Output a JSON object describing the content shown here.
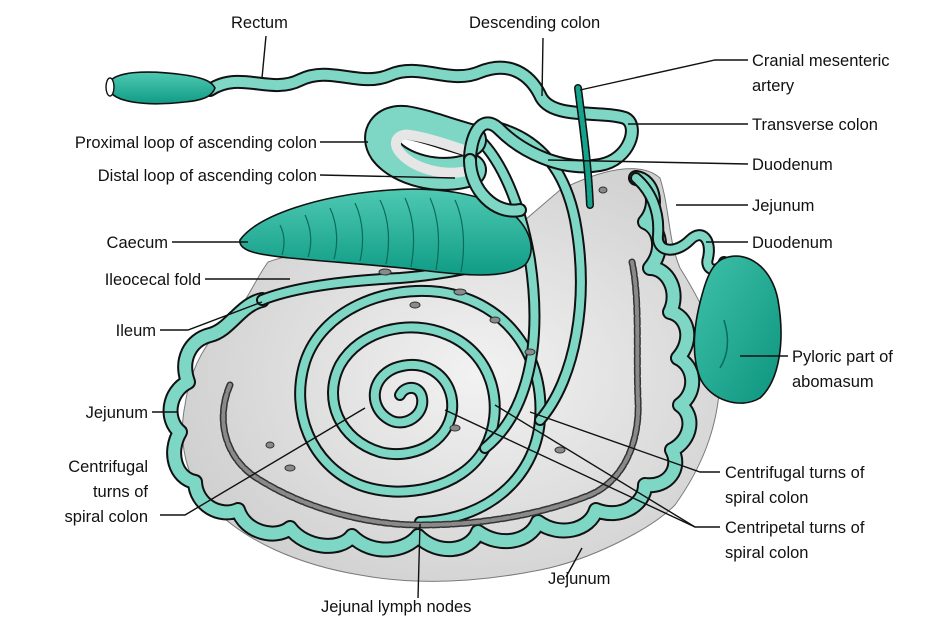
{
  "colors": {
    "intestine": "#7ed6c5",
    "intestine_dark": "#14a48e",
    "outline": "#111111",
    "mesentery": "#e2e2e2",
    "lymph_node": "#8a8a8a"
  },
  "labels": {
    "rectum": "Rectum",
    "descending_colon": "Descending colon",
    "cranial_mesenteric_artery_1": "Cranial mesenteric",
    "cranial_mesenteric_artery_2": "artery",
    "transverse_colon": "Transverse colon",
    "duodenum_upper": "Duodenum",
    "jejunum_right": "Jejunum",
    "duodenum_lower": "Duodenum",
    "proximal_loop": "Proximal loop of ascending colon",
    "distal_loop": "Distal loop of ascending colon",
    "caecum": "Caecum",
    "ileocecal_fold": "Ileocecal fold",
    "ileum": "Ileum",
    "pyloric_1": "Pyloric part of",
    "pyloric_2": "abomasum",
    "jejunum_left": "Jejunum",
    "centrifugal_left_1": "Centrifugal",
    "centrifugal_left_2": "turns of",
    "centrifugal_left_3": "spiral colon",
    "centrifugal_right_1": "Centrifugal turns of",
    "centrifugal_right_2": "spiral colon",
    "centripetal_1": "Centripetal turns of",
    "centripetal_2": "spiral colon",
    "jejunum_bottom": "Jejunum",
    "jejunal_lymph_nodes": "Jejunal lymph nodes"
  }
}
